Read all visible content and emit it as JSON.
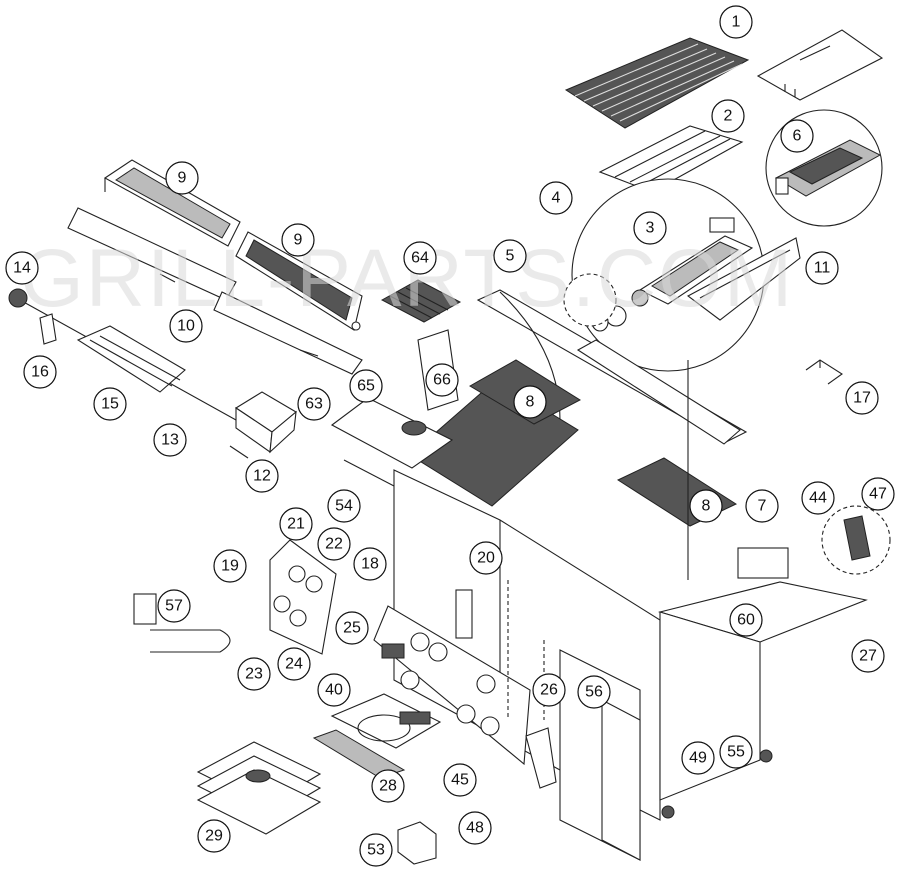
{
  "watermark": "GRILL-PARTS.COM",
  "callouts": [
    "1",
    "2",
    "3",
    "4",
    "5",
    "6",
    "7",
    "8",
    "8",
    "9",
    "9",
    "10",
    "11",
    "12",
    "13",
    "14",
    "15",
    "16",
    "17",
    "18",
    "19",
    "20",
    "21",
    "22",
    "23",
    "24",
    "25",
    "26",
    "27",
    "28",
    "29",
    "40",
    "44",
    "45",
    "47",
    "48",
    "49",
    "53",
    "54",
    "55",
    "56",
    "57",
    "60",
    "63",
    "64",
    "65",
    "66"
  ]
}
